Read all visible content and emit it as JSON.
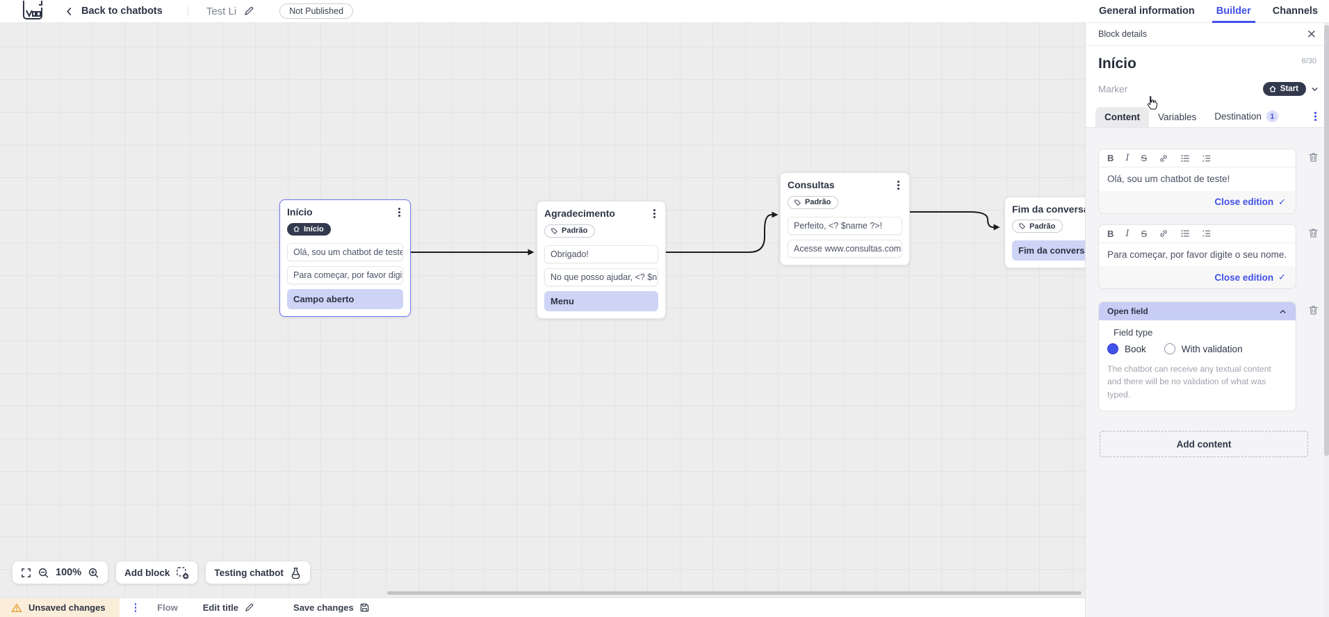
{
  "topbar": {
    "back_label": "Back to chatbots",
    "title": "Test Li",
    "status_badge": "Not Published",
    "tabs": [
      {
        "label": "General information",
        "active": false
      },
      {
        "label": "Builder",
        "active": true
      },
      {
        "label": "Channels",
        "active": false
      }
    ]
  },
  "canvas": {
    "blocks": [
      {
        "title": "Início",
        "marker": "Início",
        "cards": [
          "Olá, sou um chatbot de teste!",
          "Para começar, por favor digite o ...",
          "Campo aberto"
        ]
      },
      {
        "title": "Agradecimento",
        "marker": "Padrão",
        "cards": [
          "Obrigado!",
          "No que posso ajudar, <? $name ...",
          "Menu"
        ]
      },
      {
        "title": "Consultas",
        "marker": "Padrão",
        "cards": [
          "Perfeito, <? $name ?>!",
          "Acesse www.consultas.com par..."
        ]
      },
      {
        "title": "Fim da conversa",
        "marker": "Padrão",
        "cards": [
          "Fim da conversa"
        ]
      }
    ],
    "controls": {
      "zoom_level": "100%",
      "add_block_label": "Add block",
      "testing_label": "Testing chatbot"
    }
  },
  "panel": {
    "header": "Block details",
    "block_name": "Início",
    "char_counter": "6/30",
    "marker_label": "Marker",
    "marker_value": "Start",
    "tabs": [
      {
        "label": "Content",
        "active": true
      },
      {
        "label": "Variables",
        "active": false
      },
      {
        "label": "Destination",
        "badge": "1",
        "active": false
      }
    ],
    "editors": [
      {
        "text": "Olá, sou um chatbot de teste!",
        "close_label": "Close edition"
      },
      {
        "text": "Para começar, por favor digite o seu nome.",
        "close_label": "Close edition"
      }
    ],
    "open_field": {
      "title": "Open field",
      "field_type_label": "Field type",
      "options": [
        {
          "label": "Book",
          "selected": true
        },
        {
          "label": "With validation",
          "selected": false
        }
      ],
      "helper_text": "The chatbot can receive any textual content and there will be no validation of what was typed."
    },
    "add_content_label": "Add content"
  },
  "bottombar": {
    "unsaved_label": "Unsaved changes",
    "flow_label": "Flow",
    "edit_title_label": "Edit title",
    "save_label": "Save changes"
  },
  "colors": {
    "accent": "#4150e6",
    "dark_pill": "#333a4e",
    "lavender": "#cdd4f5",
    "warning": "#e8a33d"
  }
}
